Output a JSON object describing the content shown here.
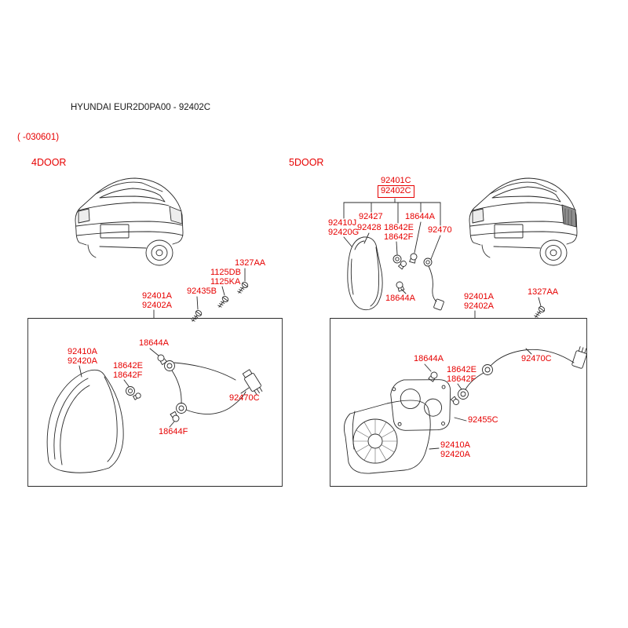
{
  "colors": {
    "label_red": "#e60000",
    "line": "#2a2a2a",
    "highlight_box": "#e60000"
  },
  "header": {
    "title": "HYUNDAI EUR2D0PA00 - 92402C",
    "revision": "( -030601)"
  },
  "sections": {
    "four_door_title": "4DOOR",
    "five_door_title": "5DOOR"
  },
  "labels": {
    "d4": {
      "p1327aa": "1327AA",
      "p1125db": "1125DB",
      "p1125ka": "1125KA",
      "p92435b": "92435B",
      "p92401a": "92401A",
      "p92402a": "92402A",
      "box_p18644a": "18644A",
      "box_p92410a": "92410A",
      "box_p92420a": "92420A",
      "box_p18642e": "18642E",
      "box_p18642f": "18642F",
      "box_p92470c": "92470C",
      "box_p18644f": "18644F"
    },
    "d5": {
      "p92401c": "92401C",
      "p92402c": "92402C",
      "tree_p92410j": "92410J",
      "tree_p92420g": "92420G",
      "tree_p92427": "92427",
      "tree_p92428": "92428",
      "tree_p18644a": "18644A",
      "tree_p18642e": "18642E",
      "tree_p18642f": "18642F",
      "tree_p92470": "92470",
      "mid_p18644a": "18644A",
      "mid_p92401a": "92401A",
      "mid_p92402a": "92402A",
      "mid_p1327aa": "1327AA",
      "box_p18644a": "18644A",
      "box_p18642e": "18642E",
      "box_p18642f": "18642F",
      "box_p92470c": "92470C",
      "box_p92455c": "92455C",
      "box_p92410a": "92410A",
      "box_p92420a": "92420A"
    }
  }
}
